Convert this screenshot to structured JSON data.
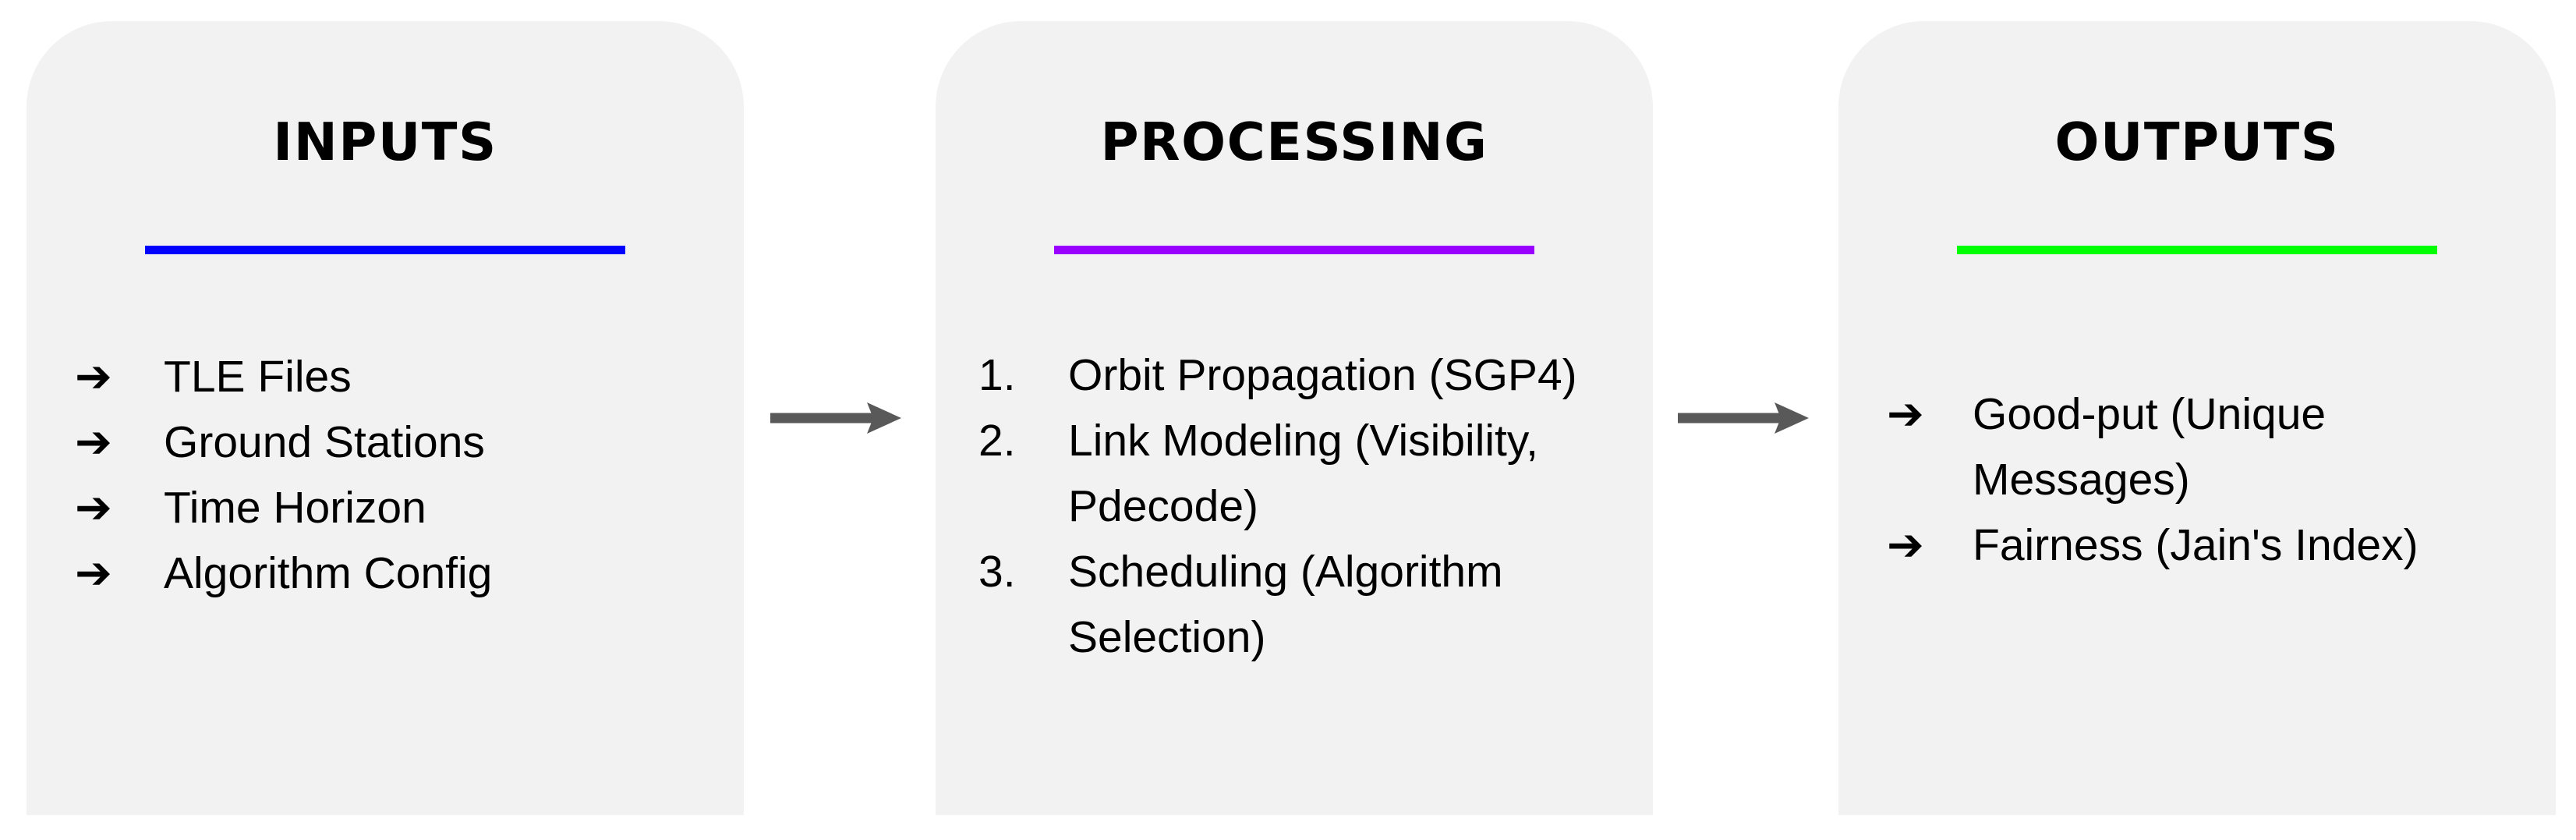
{
  "page": {
    "background": "#ffffff",
    "panel_background": "#f2f2f2",
    "text_color": "#000000"
  },
  "bullet_glyph": "➔",
  "connector": {
    "color": "#595959",
    "icon": "right-arrow"
  },
  "panels": [
    {
      "id": "inputs",
      "title": "INPUTS",
      "accent_color": "#0000ff",
      "marker": "arrow",
      "items": [
        "TLE Files",
        "Ground Stations",
        "Time Horizon",
        "Algorithm Config"
      ]
    },
    {
      "id": "processing",
      "title": "PROCESSING",
      "accent_color": "#9900ff",
      "marker": "number",
      "items": [
        "Orbit Propagation (SGP4)",
        "Link Modeling (Visibility, Pdecode)",
        "Scheduling (Algorithm Selection)"
      ]
    },
    {
      "id": "outputs",
      "title": "OUTPUTS",
      "accent_color": "#00ff00",
      "marker": "arrow",
      "items": [
        "Good-put (Unique Messages)",
        "Fairness (Jain's Index)"
      ]
    }
  ]
}
